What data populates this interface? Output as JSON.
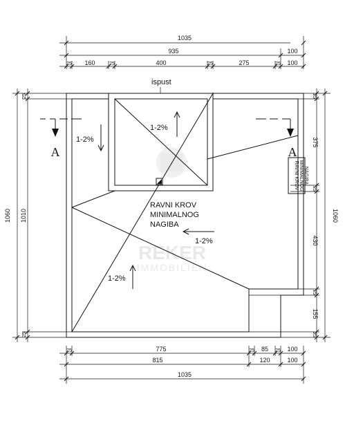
{
  "dimensions": {
    "top_total": "1035",
    "top_sub": [
      "935",
      "100"
    ],
    "top_segments": [
      "25",
      "160",
      "25",
      "400",
      "25",
      "275",
      "25",
      "100"
    ],
    "left_total": "1060",
    "left_inner": "1010",
    "left_small_top": "25",
    "left_small_bottom": "25",
    "right_total": "1060",
    "right_segments": [
      "25",
      "375",
      "25",
      "430",
      "25",
      "155",
      "25"
    ],
    "bottom_row1": [
      "25",
      "775",
      "25",
      "85",
      "25",
      "100"
    ],
    "bottom_row2": [
      "815",
      "120",
      "100"
    ],
    "bottom_total": "1035"
  },
  "labels": {
    "outlet": "ispust",
    "roof_line1": "RAVNI KROV",
    "roof_line2": "MINIMALNOG",
    "roof_line3": "NAGIBA",
    "section_left": "A",
    "section_right": "A",
    "side_note": [
      "RAVNI KROV",
      "MINIMALNOG",
      "NAGIBA"
    ]
  },
  "slopes": [
    "1-2%",
    "1-2%",
    "1-2%",
    "1-2%"
  ],
  "watermark": {
    "line1": "REKER",
    "line2": "IMMOBILIEN"
  }
}
